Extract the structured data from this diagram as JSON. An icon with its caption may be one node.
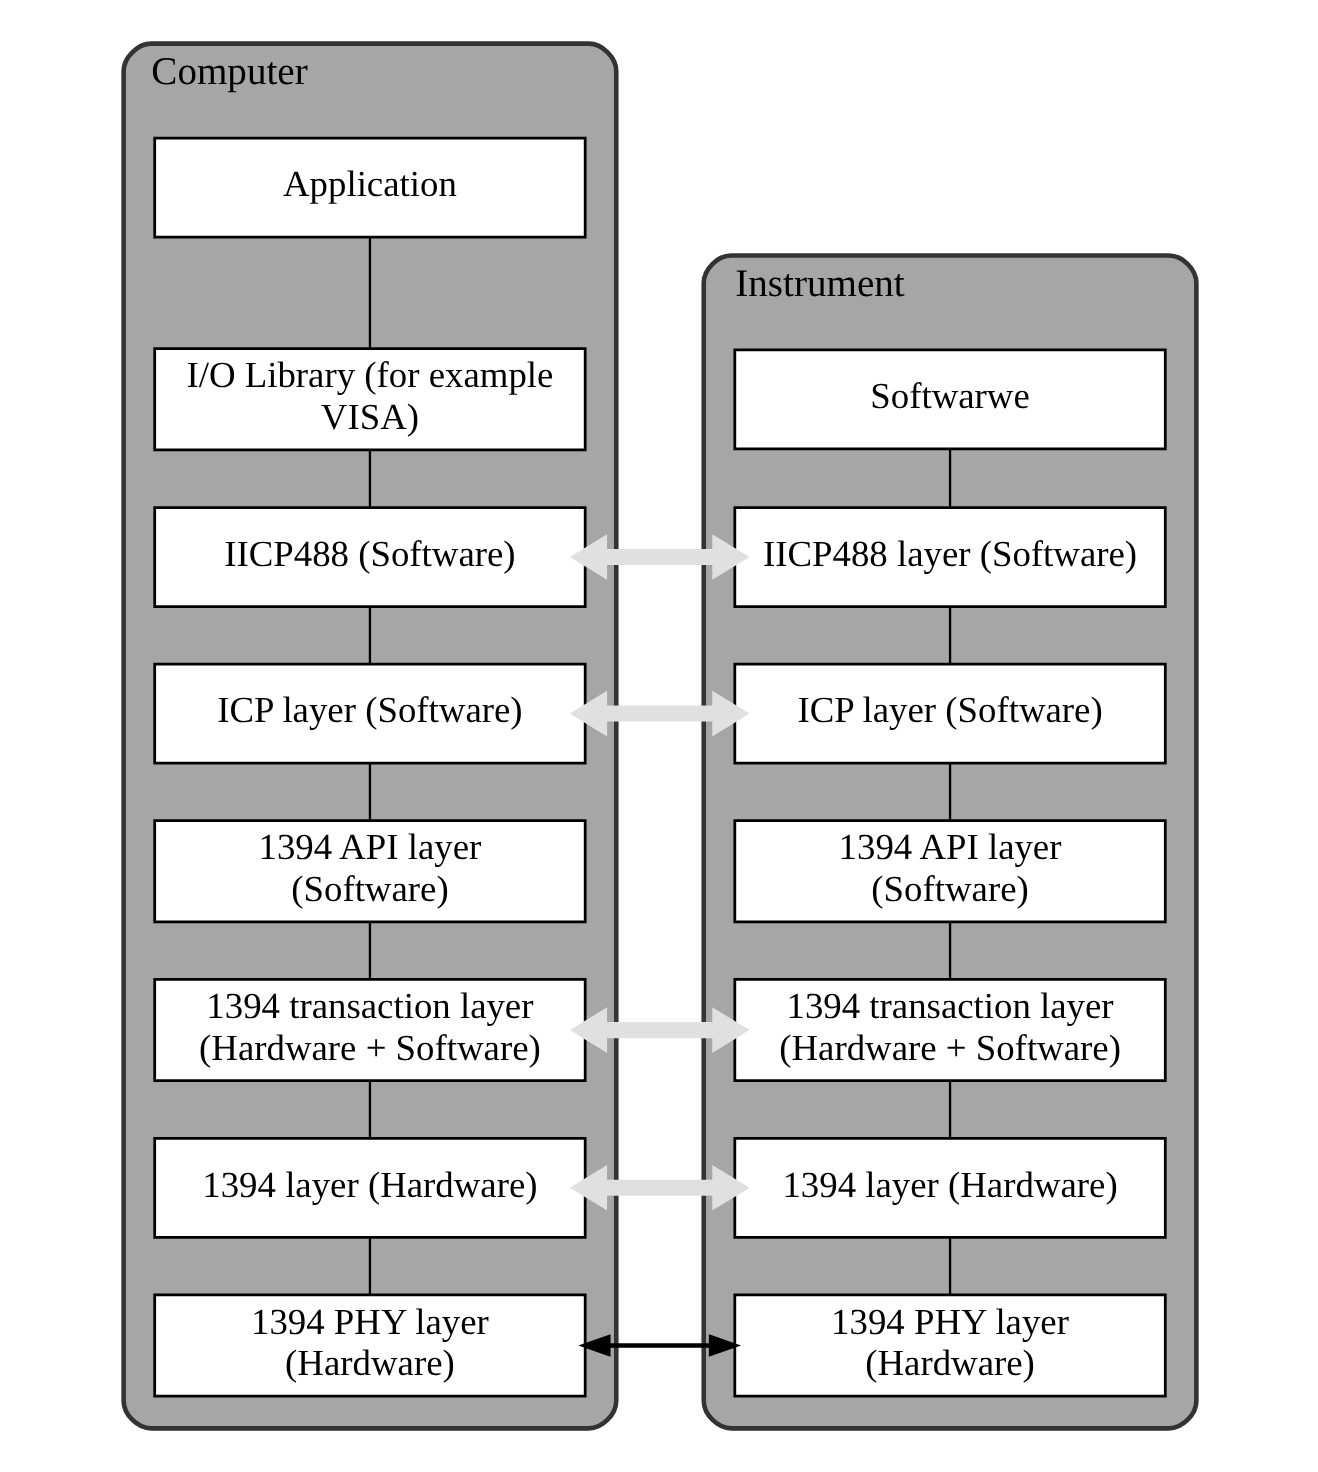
{
  "diagram": {
    "nodes": [
      {
        "text": [
          "Computer"
        ]
      },
      {
        "text": [
          "Application"
        ],
        "in": 0
      },
      {
        "text": [
          "I/O Library (for example VISA)"
        ],
        "in": 0
      },
      {
        "text": [
          "IICP488 (Software)"
        ],
        "in": 0
      },
      {
        "text": [
          "ICP layer (Software)"
        ],
        "in": 0
      },
      {
        "text": [
          "1394 API layer (Software)"
        ],
        "in": 0
      },
      {
        "text": [
          "1394 transaction layer (Hardware + Software)"
        ],
        "in": 0
      },
      {
        "text": [
          "1394 layer (Hardware)"
        ],
        "in": 0
      },
      {
        "text": [
          "1394 PHY layer (Hardware)"
        ],
        "in": 0
      },
      {
        "text": [
          "Instrument"
        ]
      },
      {
        "text": [
          "Softwarwe"
        ],
        "in": 9
      },
      {
        "text": [
          "IICP488 layer (Software)"
        ],
        "in": 9
      },
      {
        "text": [
          "ICP layer (Software)"
        ],
        "in": 9
      },
      {
        "text": [
          "1394 API layer (Software)"
        ],
        "in": 9
      },
      {
        "text": [
          "1394 transaction layer (Hardware + Software)"
        ],
        "in": 9
      },
      {
        "text": [
          "1394 layer (Hardware)"
        ],
        "in": 9
      },
      {
        "text": [
          "1394 PHY layer (Hardware)"
        ],
        "in": 9
      }
    ],
    "edges": [
      {
        "from": 1,
        "to": 2,
        "arrow": "none"
      },
      {
        "from": 2,
        "to": 3,
        "arrow": "none"
      },
      {
        "from": 3,
        "to": 4,
        "arrow": "none"
      },
      {
        "from": 4,
        "to": 5,
        "arrow": "none"
      },
      {
        "from": 5,
        "to": 6,
        "arrow": "none"
      },
      {
        "from": 6,
        "to": 7,
        "arrow": "none"
      },
      {
        "from": 7,
        "to": 8,
        "arrow": "none"
      },
      {
        "from": 10,
        "to": 11,
        "arrow": "none"
      },
      {
        "from": 11,
        "to": 12,
        "arrow": "none"
      },
      {
        "from": 12,
        "to": 13,
        "arrow": "none"
      },
      {
        "from": 13,
        "to": 14,
        "arrow": "none"
      },
      {
        "from": 14,
        "to": 15,
        "arrow": "none"
      },
      {
        "from": 15,
        "to": 16,
        "arrow": "none"
      },
      {
        "from": 3,
        "to": 11,
        "arrow": "both",
        "style": "thick",
        "color": "#e0e0e0"
      },
      {
        "from": 4,
        "to": 12,
        "arrow": "both",
        "style": "thick",
        "color": "#e0e0e0"
      },
      {
        "from": 6,
        "to": 14,
        "arrow": "both",
        "style": "thick",
        "color": "#e0e0e0"
      },
      {
        "from": 7,
        "to": 15,
        "arrow": "both",
        "style": "thick",
        "color": "#e0e0e0"
      },
      {
        "from": 8,
        "to": 16,
        "arrow": "both"
      }
    ]
  }
}
